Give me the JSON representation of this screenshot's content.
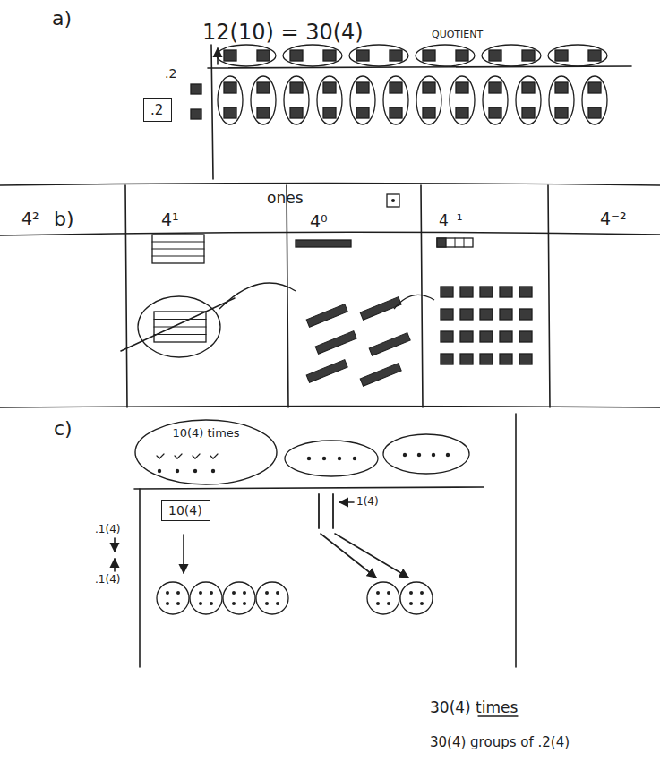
{
  "diagram": {
    "nodes": [
      {
        "text": [
          ".2"
        ]
      },
      {
        "text": [
          "10(4) times"
        ]
      },
      {
        "text": [
          "10(4)"
        ]
      }
    ],
    "labels": [
      "a)",
      "12(10) = 30(4)",
      "QUOTIENT",
      ".2",
      "b)",
      "ones",
      "4²",
      "4¹",
      "4⁰",
      "4⁻¹",
      "4⁻²",
      "c)",
      "1(4)",
      ".1(4)",
      ".1(4)",
      "30(4) times",
      "30(4) groups of .2(4)"
    ]
  }
}
